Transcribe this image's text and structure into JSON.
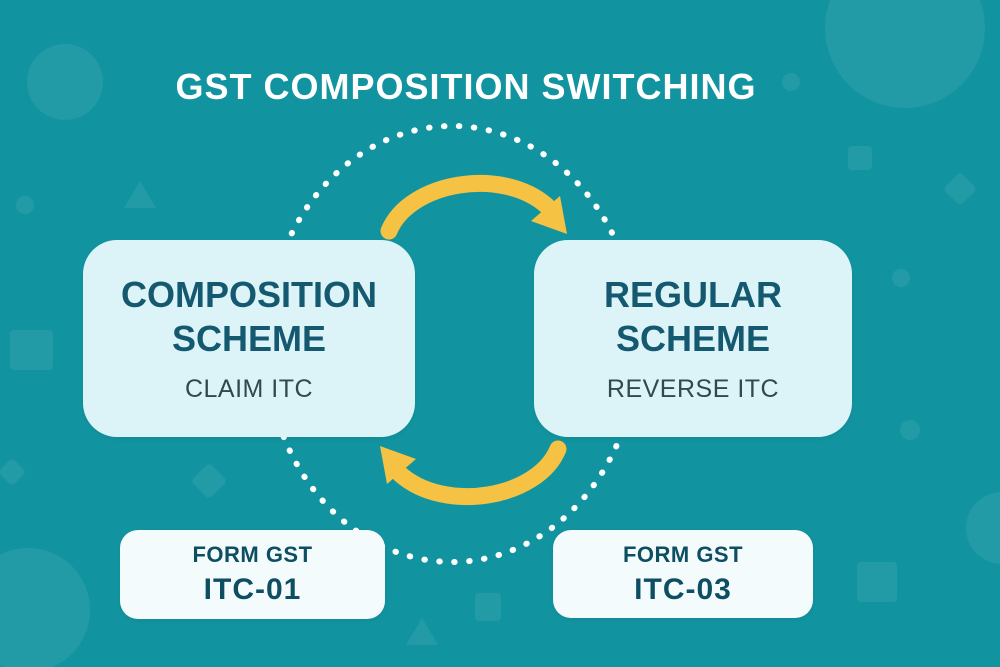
{
  "title": "GST COMPOSITION SWITCHING",
  "colors": {
    "bg": "#1294A0",
    "box_bg": "#DCF4F8",
    "label_bg": "#F4FBFD",
    "heading": "#14596F",
    "subtext": "#33474F",
    "form_text": "#0E4E62",
    "arrow": "#F6C243",
    "dots": "#FFFFFF",
    "title_text": "#FFFFFF"
  },
  "icons": {
    "cycle_ring": "dotted-circle",
    "top_arrow": "curved-arrow-clockwise",
    "bottom_arrow": "curved-arrow-counterclockwise"
  },
  "nodes": {
    "left": {
      "title": "COMPOSITION SCHEME",
      "subtitle": "CLAIM ITC"
    },
    "right": {
      "title": "REGULAR SCHEME",
      "subtitle": "REVERSE ITC"
    }
  },
  "forms": {
    "left": {
      "line1": "FORM GST",
      "line2": "ITC-01"
    },
    "right": {
      "line1": "FORM GST",
      "line2": "ITC-03"
    }
  }
}
